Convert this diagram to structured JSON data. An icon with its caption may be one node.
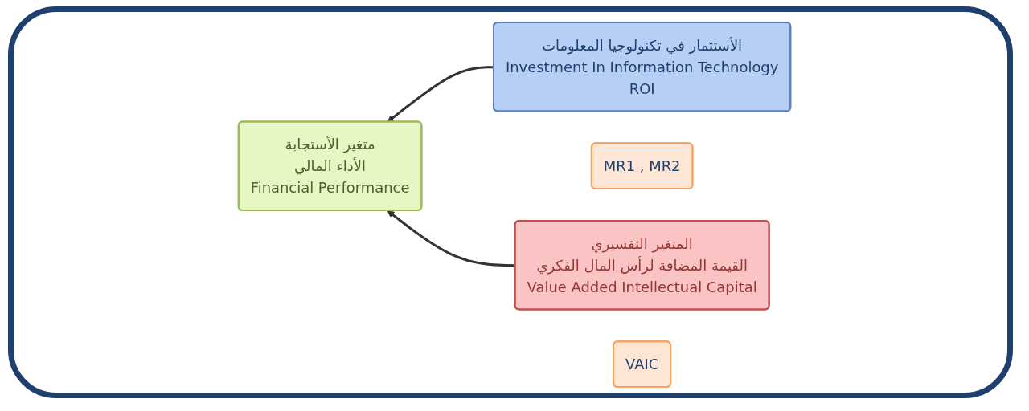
{
  "diagram": {
    "nodes": [
      {
        "text": [
          "الأستثمار في تكنولوجيا المعلومات",
          "Investment In Information Technology",
          "ROI"
        ]
      },
      {
        "text": [
          "متغير الأستجابة",
          "الأداء المالي",
          "Financial Performance"
        ]
      },
      {
        "text": [
          "MR1 , MR2"
        ]
      },
      {
        "text": [
          "المتغير التفسيري",
          "القيمة المضافة لرأس المال الفكري",
          "Value Added Intellectual Capital"
        ]
      },
      {
        "text": [
          "VAIC"
        ]
      }
    ],
    "edges": [
      {
        "from": 0,
        "to": 1,
        "arrow": "to"
      },
      {
        "from": 3,
        "to": 1,
        "arrow": "to"
      }
    ]
  }
}
